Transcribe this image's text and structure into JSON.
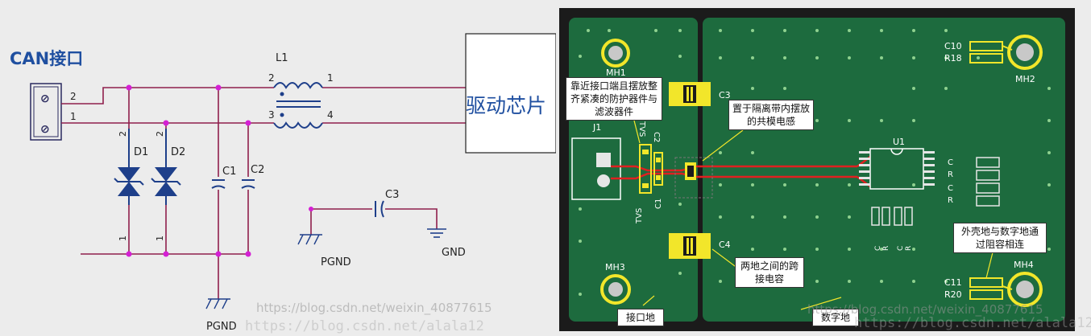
{
  "schematic": {
    "title": "CAN接口",
    "connector_pins": [
      "2",
      "1"
    ],
    "inductor": {
      "ref": "L1",
      "pins": [
        "2",
        "1",
        "3",
        "4"
      ]
    },
    "driver_label": "驱动芯片",
    "diodes": [
      {
        "ref": "D1",
        "pin_top": "2",
        "pin_bottom": "1"
      },
      {
        "ref": "D2",
        "pin_top": "2",
        "pin_bottom": "1"
      }
    ],
    "caps": [
      "C1",
      "C2"
    ],
    "cap3": "C3",
    "pgnd_label": "PGND",
    "pgnd_label_2": "PGND",
    "gnd_label": "GND"
  },
  "pcb": {
    "labels": {
      "mh1": "MH1",
      "mh2": "MH2",
      "mh3": "MH3",
      "mh4": "MH4",
      "j1": "J1",
      "u1": "U1",
      "c3": "C3",
      "c4": "C4",
      "c10": "C10",
      "r18": "R18",
      "c11": "C11",
      "r20": "R20",
      "tvs_a": "TVS",
      "tvs_b": "TVS",
      "c2": "C2",
      "c1": "C1",
      "small_c1": "C",
      "small_r1": "R",
      "small_c2": "C",
      "small_r2": "R",
      "bottom_c1": "C",
      "bottom_r1": "R",
      "bottom_c2": "C",
      "bottom_r2": "R"
    },
    "callouts": {
      "near_port": "靠近接口端且摆放整齐紧凑的防护器件与滤波器件",
      "isolation_band": "置于隔离带内摆放的共模电感",
      "cross_ground": "两地之间的跨接电容",
      "shell_ground": "外壳地与数字地通过阻容相连",
      "port_ground": "接口地",
      "digital_ground": "数字地"
    }
  },
  "watermarks": {
    "left": "https://blog.csdn.net/weixin_40877615",
    "left_under": "https://blog.csdn.net/alala12",
    "right": "https://blog.csdn.net/weixin_40877615",
    "right_under": "https://blog.csdn.net/alala12"
  },
  "colors": {
    "wire": "#8f1f4c",
    "junction": "#d420d4",
    "pcb_frame": "#1b1b1b",
    "pcb_green": "#1d6b3e",
    "pcb_dark_strip": "#0f3220",
    "silkscreen": "#ffffff",
    "trace_red": "#e02020",
    "pad_yellow": "#f2e62a"
  }
}
